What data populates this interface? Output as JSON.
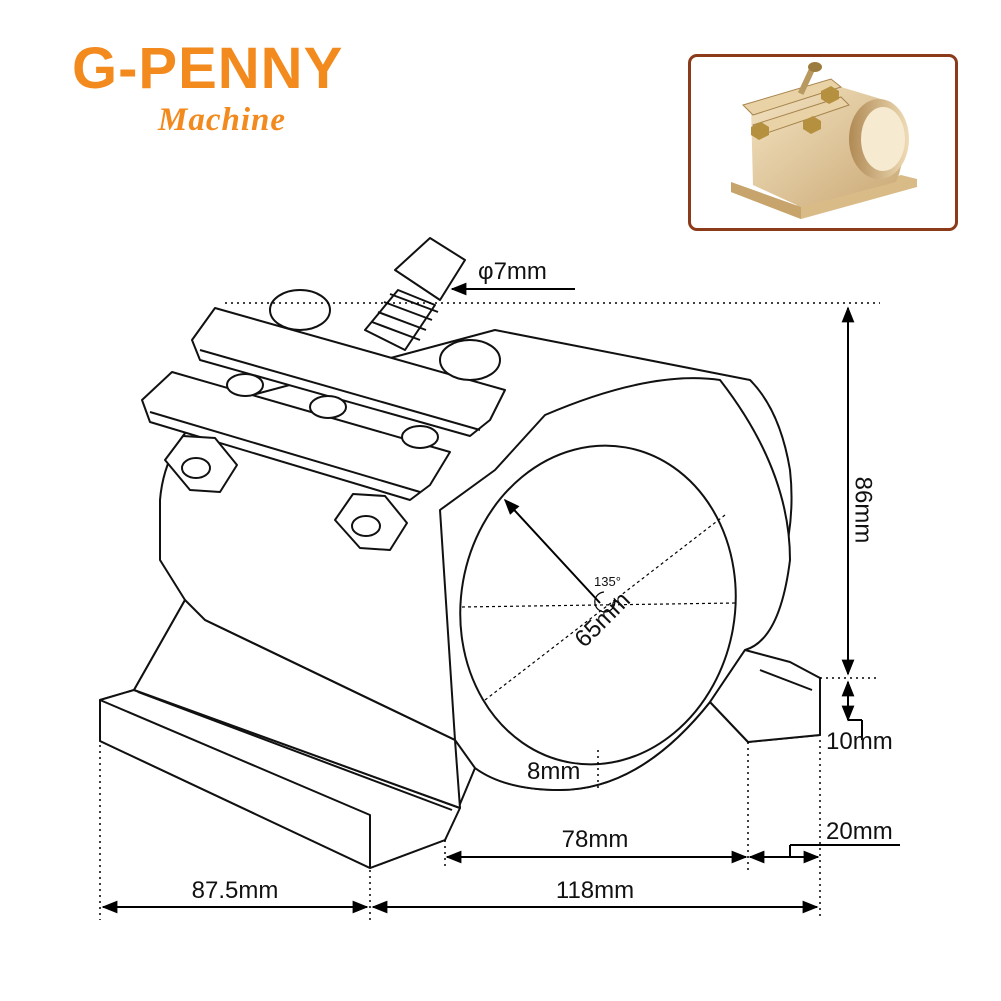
{
  "brand": {
    "name": "G-PENNY",
    "subtitle": "Machine",
    "color": "#f28a1e"
  },
  "photo": {
    "frame_color": "#8b3a1a",
    "metal_color": "#e8d2a8"
  },
  "dimensions": {
    "bolt": "φ7mm",
    "height": "86mm",
    "base_step": "10mm",
    "angle": "135°",
    "bore": "65mm",
    "wall": "8mm",
    "inner_base": "78mm",
    "foot": "20mm",
    "depth": "87.5mm",
    "width": "118mm"
  }
}
